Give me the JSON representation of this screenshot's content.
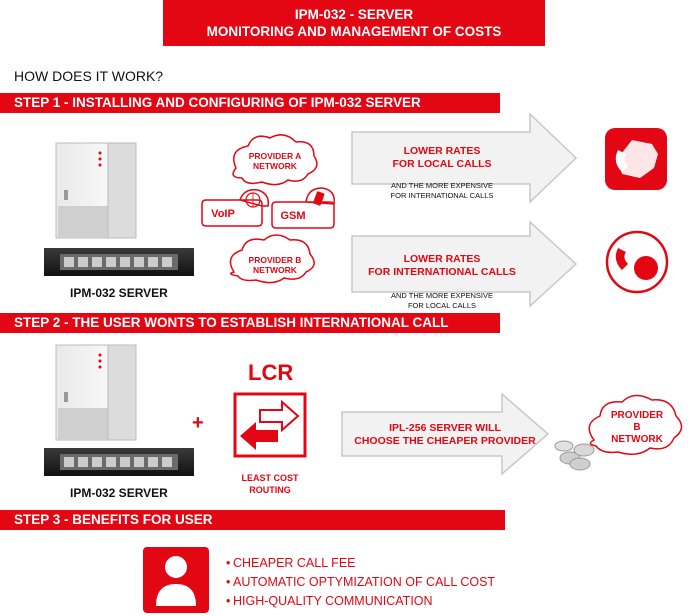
{
  "header": {
    "line1": "IPM-032 - SERVER",
    "line2": "MONITORING AND MANAGEMENT OF COSTS"
  },
  "intro": "HOW DOES IT WORK?",
  "steps": {
    "step1": "STEP 1 - INSTALLING AND CONFIGURING OF IPM-032 SERVER",
    "step2": "STEP 2 - THE USER WONTS TO ESTABLISH INTERNATIONAL CALL",
    "step3": "STEP 3 - BENEFITS FOR USER"
  },
  "step1": {
    "server_caption": "IPM-032 SERVER",
    "cloud_a": [
      "PROVIDER A",
      "NETWORK"
    ],
    "cloud_b": [
      "PROVIDER B",
      "NETWORK"
    ],
    "bubble_voip": "VoIP",
    "bubble_gsm": "GSM",
    "arrow_a_title": [
      "LOWER RATES",
      "FOR LOCAL CALLS"
    ],
    "arrow_a_note": [
      "AND THE MORE EXPENSIVE",
      "FOR INTERNATIONAL CALLS"
    ],
    "arrow_b_title": [
      "LOWER RATES",
      "FOR INTERNATIONAL CALLS"
    ],
    "arrow_b_note": [
      "AND THE MORE EXPENSIVE",
      "FOR LOCAL CALLS"
    ]
  },
  "step2": {
    "server_caption": "IPM-032 SERVER",
    "plus": "+",
    "lcr_title": "LCR",
    "lcr_caption": [
      "LEAST COST",
      "ROUTING"
    ],
    "arrow_text": [
      "IPL-256 SERVER WILL",
      "CHOOSE THE CHEAPER PROVIDER"
    ],
    "cloud": [
      "PROVIDER",
      "B",
      "NETWORK"
    ]
  },
  "benefits": [
    "CHEAPER CALL FEE",
    "AUTOMATIC OPTYMIZATION OF CALL COST",
    "HIGH-QUALITY COMMUNICATION"
  ],
  "colors": {
    "accent": "#e30613",
    "arrow_fill": "#f2f2f2",
    "arrow_stroke": "#c8c8c8"
  }
}
